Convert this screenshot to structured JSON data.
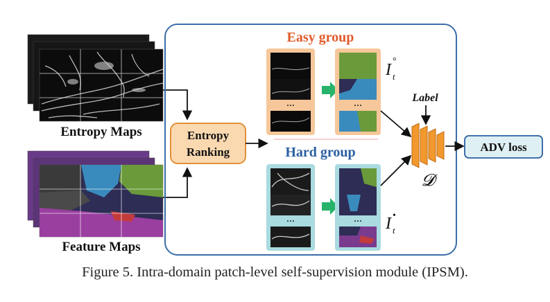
{
  "figure": {
    "left_labels": {
      "entropy_maps": "Entropy Maps",
      "feature_maps": "Feature Maps"
    },
    "ranking_box": {
      "line1": "Entropy",
      "line2": "Ranking"
    },
    "groups": {
      "easy": "Easy group",
      "hard": "Hard group",
      "ellipsis": "···"
    },
    "symbols": {
      "easy_symbol": "I",
      "easy_subscript": "t",
      "easy_superscript": "°",
      "hard_symbol": "I",
      "hard_subscript": "t",
      "hard_superscript": "•",
      "discriminator": "𝓓"
    },
    "label_text": "Label",
    "adv_loss": "ADV loss",
    "colors": {
      "module_border": "#3a6ea8",
      "easy_accent": "#e05a2b",
      "hard_accent": "#2a5fa0",
      "easy_frame": "#f6c79a",
      "hard_frame": "#a9dbe0",
      "ranking_fill": "#fbd9b0",
      "ranking_border": "#e0903a",
      "adv_fill": "#dff0f5",
      "green_arrow": "#27b36a",
      "disc_orange": "#f2992e",
      "seg_road": "#7a3b8f",
      "seg_veg": "#6a9a3a",
      "seg_sky": "#3a8bbd",
      "seg_dark": "#2d2d55"
    }
  },
  "caption": "Figure 5. Intra-domain patch-level self-supervision module (IPSM)."
}
